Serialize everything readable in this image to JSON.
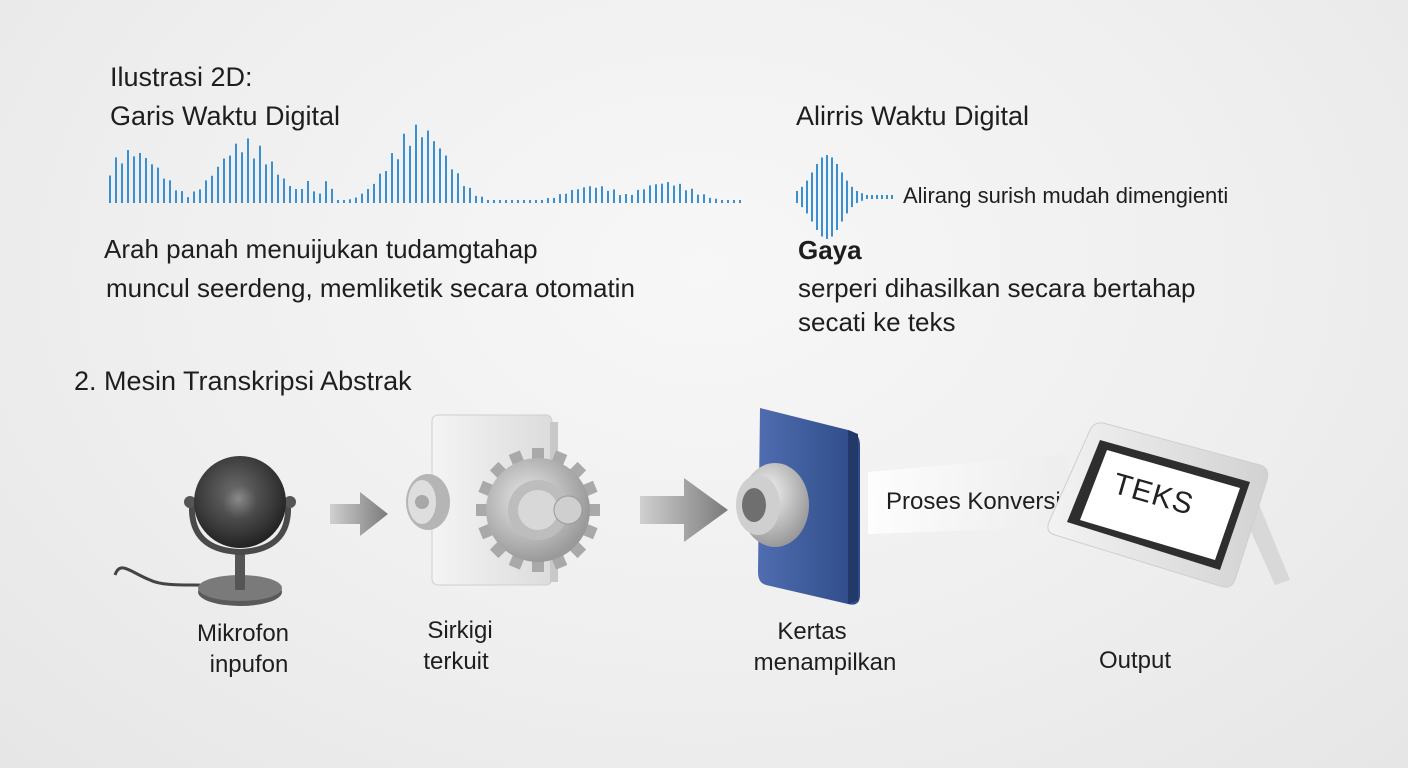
{
  "left_panel": {
    "title_line1": "Ilustrasi 2D:",
    "title_line2": "Garis Waktu Digital",
    "caption_line1": "Arah panah menuijukan tudamgtahap",
    "caption_line2": "muncul seerdeng, memliketik secara otomatin"
  },
  "right_panel": {
    "title": "Alirris Waktu Digital",
    "wave_label": "Alirang surish mudah dimengienti",
    "style_heading": "Gaya",
    "desc_line1": "serperi dihasilkan secara bertahap",
    "desc_line2": "secati ke teks"
  },
  "section2": {
    "heading": "2. Mesin Transkripsi Abstrak"
  },
  "machine": {
    "mic_label_line1": "Mikrofon",
    "mic_label_line2": "inpufon",
    "gear_label_line1": "Sirkigi",
    "gear_label_line2": "terkuit",
    "lens_label_line1": "Kertas",
    "lens_label_line2": "menampilkan",
    "conversion_label": "Proses Konversi",
    "screen_text": "TEKS",
    "output_label": "Output"
  },
  "colors": {
    "waveform": "#3a8fd0",
    "lens_panel": "#3d5b9a",
    "arrow": "#8a8a8a"
  }
}
